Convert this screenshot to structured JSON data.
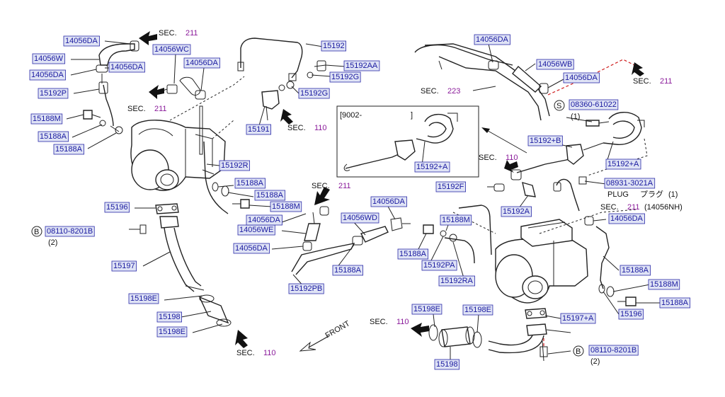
{
  "colors": {
    "part_label_text": "#1a1aa0",
    "part_label_box": "#dfe3f5",
    "section_number": "#8a1a9a",
    "callout_dash": "#d02020"
  },
  "labels": {
    "l01": "14056DA",
    "l02": "14056W",
    "l03": "14056DA",
    "l04": "14056WC",
    "l05": "14056DA",
    "l06": "14056DA",
    "l07": "15192P",
    "l08": "15188M",
    "l09": "15188A",
    "l10": "15188A",
    "l11": "15192",
    "l12": "15192AA",
    "l13": "15192G",
    "l14": "15192G",
    "l15": "15191",
    "l16": "15192R",
    "l17": "15188A",
    "l18": "15188A",
    "l19": "15188M",
    "l20": "15196",
    "l21": "08110-8201B",
    "l22": "15197",
    "l23": "15198E",
    "l24": "15198",
    "l25": "15198E",
    "l26": "14056DA",
    "l27": "14056WB",
    "l28": "14056DA",
    "l29": "08360-61022",
    "l30": "15192+B",
    "l31": "15192+A",
    "l32": "15192+A",
    "l33": "08931-3021A",
    "l34": "15192F",
    "l35": "15192A",
    "l36": "14056DA",
    "l37": "14056DA",
    "l38": "14056WD",
    "l39": "14056WE",
    "l40": "14056DA",
    "l41": "14056DA",
    "l42": "15192PB",
    "l43": "15188A",
    "l44": "15188M",
    "l45": "15188A",
    "l46": "15192PA",
    "l47": "15192RA",
    "l48": "15188A",
    "l49": "15188M",
    "l50": "15188A",
    "l51": "15196",
    "l52": "15197+A",
    "l53": "15198E",
    "l54": "15198E",
    "l55": "08110-8201B",
    "l56": "15198"
  },
  "sections": {
    "s1": {
      "prefix": "SEC.",
      "num": "211"
    },
    "s2": {
      "prefix": "SEC.",
      "num": "211"
    },
    "s3": {
      "prefix": "SEC.",
      "num": "110"
    },
    "s4": {
      "prefix": "SEC.",
      "num": "110"
    },
    "s5": {
      "prefix": "SEC.",
      "num": "223"
    },
    "s6": {
      "prefix": "SEC.",
      "num": "211"
    },
    "s7": {
      "prefix": "SEC.",
      "num": "211"
    },
    "s8": {
      "prefix": "SEC.",
      "num": "110"
    },
    "s9": {
      "prefix": "SEC.",
      "num": "211"
    },
    "s10": {
      "prefix": "SEC.",
      "num": "110"
    }
  },
  "notes": {
    "qty_08360": "(1)",
    "qty_08110_left": "(2)",
    "qty_08110_right": "(2)",
    "plug": "PLUG",
    "plug_jp": "プラグ",
    "plug_qty": "(1)",
    "sec211_extra": "(14056NH)",
    "inset": "[9002-",
    "inset_close": "]",
    "front": "FRONT",
    "circle_s": "S",
    "circle_b_left": "B",
    "circle_b_right": "B"
  }
}
